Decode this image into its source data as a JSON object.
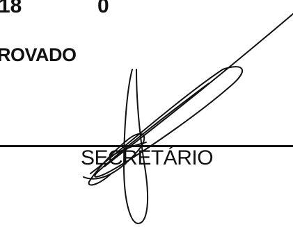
{
  "header": {
    "left_number": "18",
    "right_number": "0"
  },
  "status": {
    "label": "ROVADO"
  },
  "signature_block": {
    "role": "SECRETÁRIO"
  },
  "colors": {
    "ink": "#111111",
    "paper": "#ffffff"
  },
  "icons": {
    "signature": "handwritten-signature"
  }
}
